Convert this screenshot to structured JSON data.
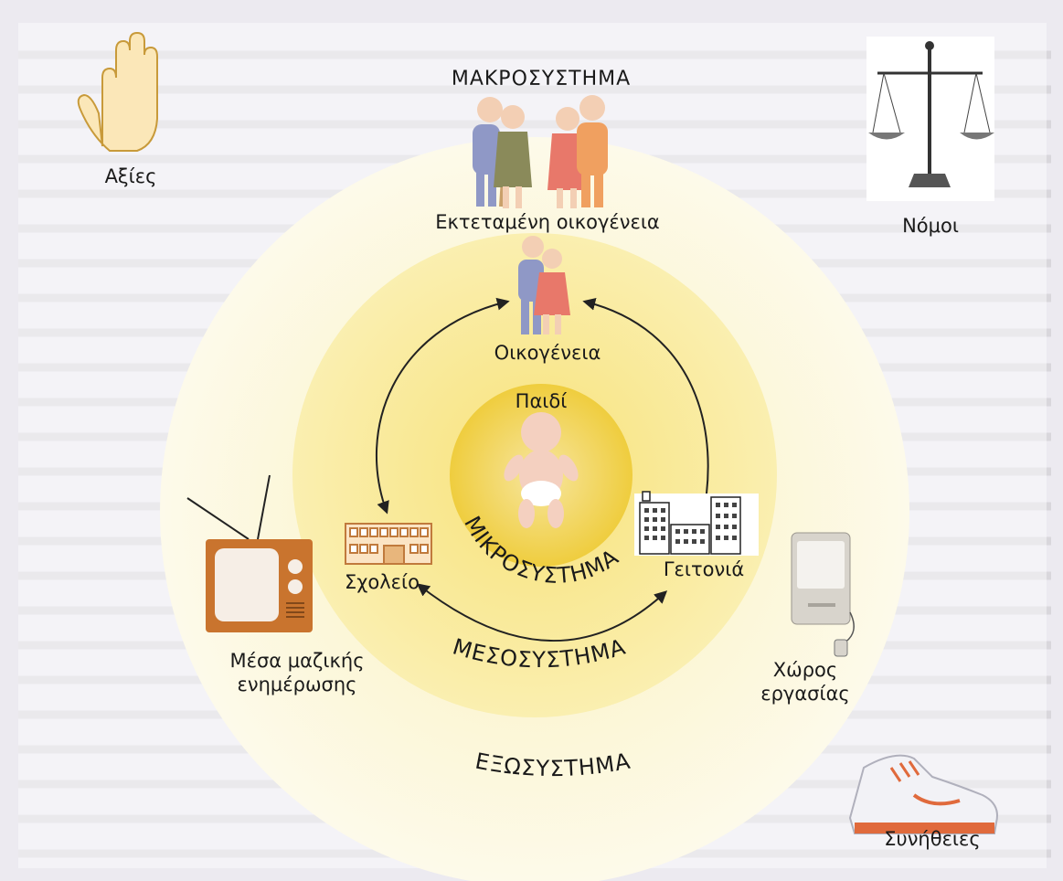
{
  "title": "ΜΑΚΡΟΣΥΣΤΗΜΑ",
  "layers": {
    "micro": "ΜΙΚΡΟΣΥΣΤΗΜΑ",
    "meso": "ΜΕΣΟΣΥΣΤΗΜΑ",
    "exo": "ΕΞΩΣΥΣΤΗΜΑ",
    "macro": "ΜΑΚΡΟΣΥΣΤΗΜΑ"
  },
  "nodes": {
    "child": "Παιδί",
    "family": "Οικογένεια",
    "extended_family": "Εκτεταμένη οικογένεια",
    "school": "Σχολείο",
    "neighborhood": "Γειτονιά",
    "media_line1": "Μέσα μαζικής",
    "media_line2": "ενημέρωσης",
    "workplace_line1": "Χώρος",
    "workplace_line2": "εργασίας"
  },
  "corners": {
    "values": "Αξίες",
    "laws": "Νόμοι",
    "customs": "Συνήθειες"
  },
  "colors": {
    "outer_ring": "#fbf6d4",
    "exo_ring": "#faf1b8",
    "meso_ring": "#f8e88a",
    "center": "#f2d24a"
  }
}
